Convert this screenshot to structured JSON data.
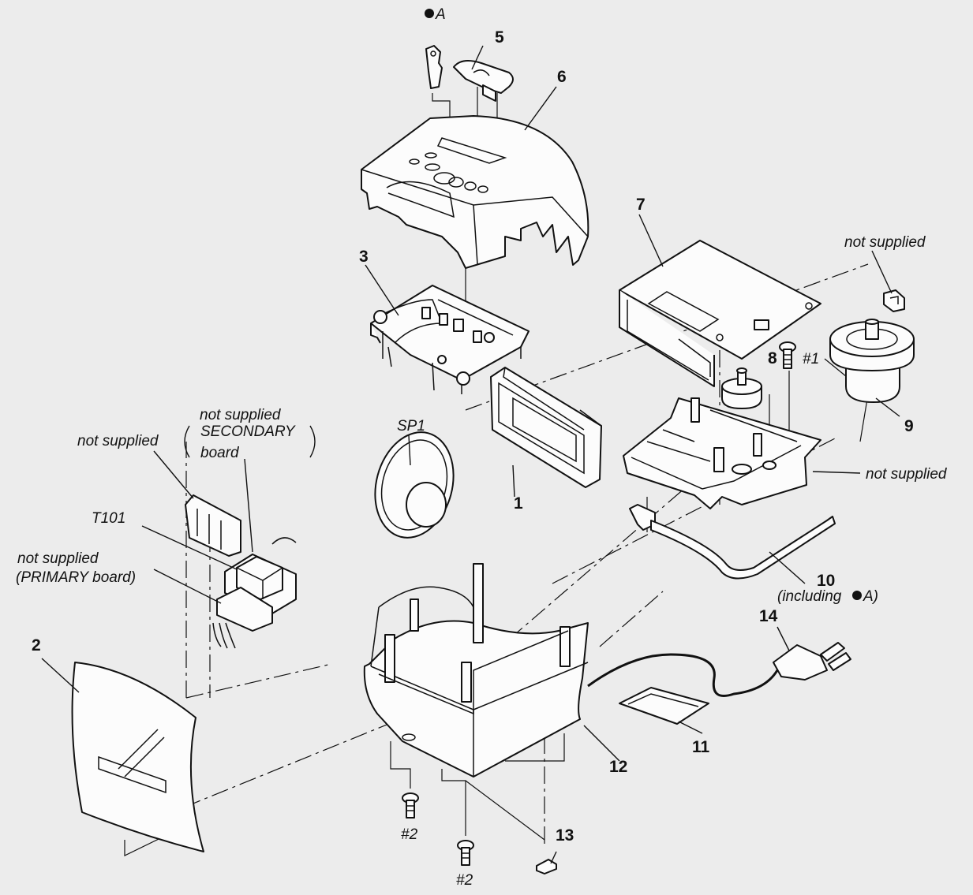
{
  "labels": {
    "a_ref": "A",
    "part_1": "1",
    "part_2": "2",
    "part_3": "3",
    "part_5": "5",
    "part_6": "6",
    "part_7": "7",
    "part_8": "8",
    "part_9": "9",
    "part_10": "10",
    "part_11": "11",
    "part_12": "12",
    "part_13": "13",
    "part_14": "14",
    "screw_1": "#1",
    "screw_2a": "#2",
    "screw_2b": "#2",
    "sp1": "SP1",
    "t101": "T101",
    "not_supplied_top_right": "not supplied",
    "not_supplied_mech": "not supplied",
    "not_supplied_left": "not supplied",
    "secondary_line1": "not supplied",
    "secondary_line2": "SECONDARY",
    "secondary_line3": "board",
    "primary_line1": "not supplied",
    "primary_line2": "(PRIMARY board)",
    "including_prefix": "(including",
    "including_ref": "A)"
  },
  "colors": {
    "background": "#ececec",
    "line": "#111111",
    "part_fill": "#fcfcfc"
  }
}
